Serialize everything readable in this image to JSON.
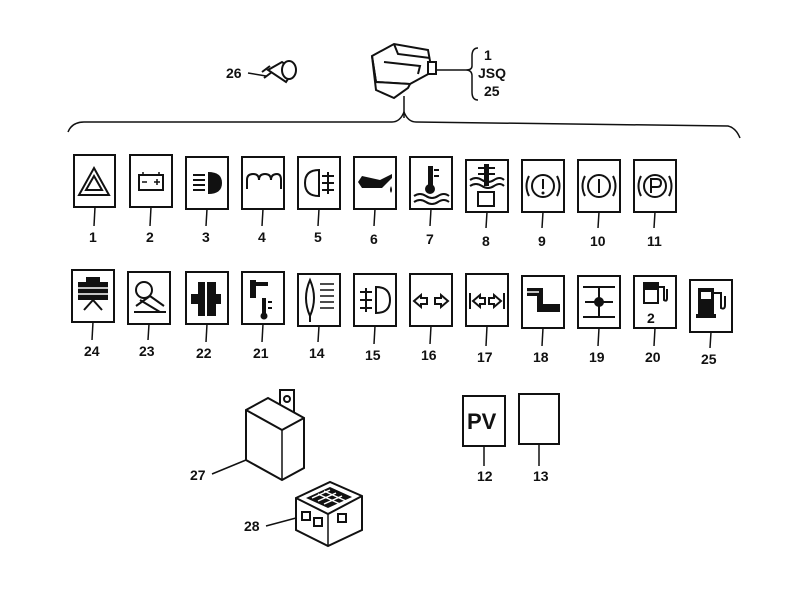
{
  "labels": {
    "n1": "1",
    "n2": "2",
    "n3": "3",
    "n4": "4",
    "n5": "5",
    "n6": "6",
    "n7": "7",
    "n8": "8",
    "n9": "9",
    "n10": "10",
    "n11": "11",
    "n24": "24",
    "n23": "23",
    "n22": "22",
    "n21": "21",
    "n14": "14",
    "n15": "15",
    "n16": "16",
    "n17": "17",
    "n18": "18",
    "n19": "19",
    "n20": "20",
    "n25": "25",
    "n12": "12",
    "n13": "13",
    "n26": "26",
    "n27": "27",
    "n28": "28"
  },
  "bracket": {
    "line1": "1",
    "line2": "JSQ",
    "line3": "25"
  },
  "glyphs": {
    "pv": "PV",
    "fuel2": "2"
  },
  "icons": {
    "r1": [
      "hazard-warning-icon",
      "battery-icon",
      "headlight-icon",
      "glow-plug-icon",
      "rear-fog-light-icon",
      "oil-pressure-icon",
      "coolant-temperature-icon",
      "coolant-level-icon",
      "brake-warning-icon",
      "brake-wear-icon",
      "parking-brake-icon"
    ],
    "r2": [
      "cab-tilt-icon",
      "seat-belt-icon",
      "differential-lock-icon",
      "gearbox-temperature-icon",
      "air-filter-icon",
      "front-fog-light-icon",
      "turn-signal-icon",
      "trailer-turn-signal-icon",
      "exhaust-brake-icon",
      "axle-lift-icon",
      "fuel-tank-2-icon",
      "fuel-reserve-icon"
    ]
  }
}
